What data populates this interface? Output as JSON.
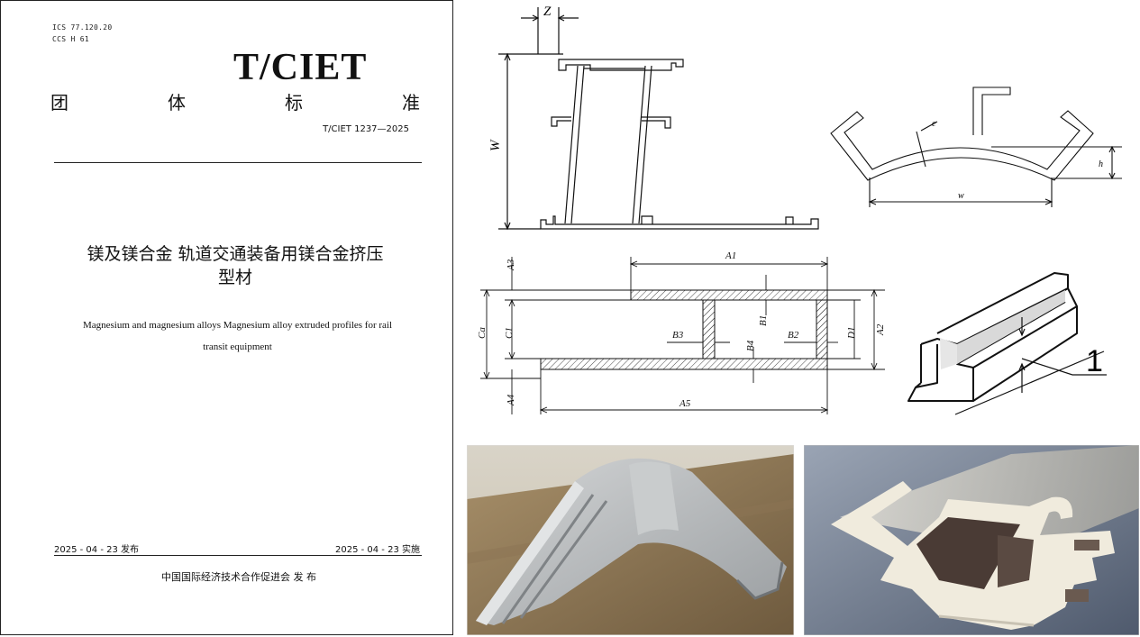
{
  "cover": {
    "ics": "ICS  77.120.20",
    "ccs": "CCS H 61",
    "brand": "T/CIET",
    "standard_type": [
      "团",
      "体",
      "标",
      "准"
    ],
    "standard_number": "T/CIET 1237—2025",
    "title_cn_line1": "镁及镁合金    轨道交通装备用镁合金挤压",
    "title_cn_line2": "型材",
    "title_en_line1": "Magnesium and magnesium alloys    Magnesium alloy extruded profiles for rail",
    "title_en_line2": "transit equipment",
    "publish_date": "2025 - 04 - 23 发布",
    "implement_date": "2025 - 04 - 23 实施",
    "publisher": "中国国际经济技术合作促进会       发  布"
  },
  "drawings": {
    "profile_z": {
      "labels": [
        "Z",
        "W"
      ]
    },
    "curved_profile": {
      "labels": [
        "e",
        "h",
        "w"
      ]
    },
    "hollow_section": {
      "labels": [
        "A1",
        "A2",
        "A3",
        "A4",
        "A5",
        "B1",
        "B2",
        "B3",
        "B4",
        "C1",
        "Ca",
        "D1"
      ]
    },
    "iso_profile": {
      "callout": "1"
    }
  },
  "photos": [
    {
      "name": "grey-curved-magnesium-profile",
      "colors": [
        "#b9bcbe",
        "#8c7a5e"
      ]
    },
    {
      "name": "bare-extruded-profile-cross-section",
      "colors": [
        "#f2ede0",
        "#6a7688"
      ]
    }
  ]
}
